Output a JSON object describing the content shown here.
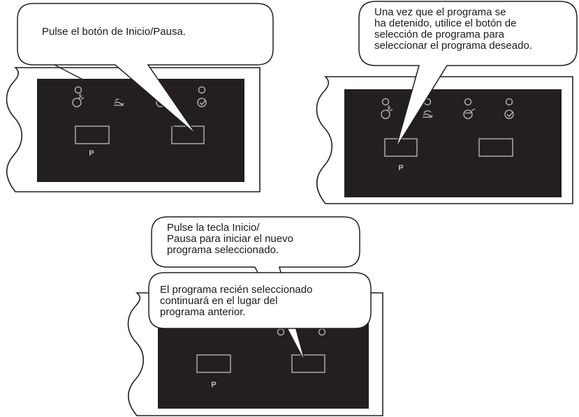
{
  "panels": [
    {
      "callout": "Pulse el botón de Inicio/Pausa.",
      "program_button_label": "P"
    },
    {
      "callout": "Una vez que el programa se\nha detenido, utilice el botón de\nselección de programa para\nseleccionar el programa deseado.",
      "program_button_label": "P"
    },
    {
      "callout_top": "Pulse la tecla Inicio/\nPausa para iniciar el nuevo\nprograma seleccionado.",
      "callout_bottom": "El programa recién seleccionado\ncontinuará en el lugar del\nprograma anterior.",
      "program_button_label": "P"
    }
  ],
  "colors": {
    "panel_fill": "#231f20",
    "outline": "#231f20",
    "indicator": "#bfbfbf",
    "background": "#ffffff"
  },
  "icons": [
    "cotton-wash-icon",
    "wool-wash-icon",
    "synthetic-wash-icon",
    "quick-wash-icon"
  ]
}
